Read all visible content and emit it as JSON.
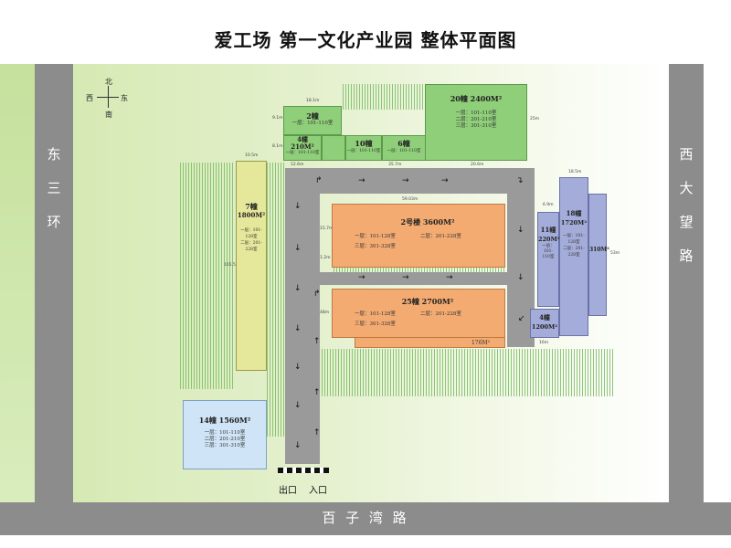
{
  "title": "爱工场 第一文化产业园 整体平面图",
  "roads": {
    "east_third_ring": [
      "东",
      "三",
      "环"
    ],
    "xidawang_road": [
      "西",
      "大",
      "望",
      "路"
    ],
    "baiziwan_road": "百 子 湾 路"
  },
  "compass": {
    "north": "北",
    "south": "南",
    "east": "东",
    "west": "西"
  },
  "gates": {
    "exit": "出口",
    "entrance": "入口"
  },
  "buildings": {
    "b2": {
      "name": "2幢",
      "floors": [
        "一层：101-110室"
      ],
      "dim_w": "18.1m",
      "dim_h": "9.1m"
    },
    "b4a": {
      "name": "4幢",
      "area": "210M²",
      "floors": [
        "一层：101-110室"
      ],
      "dim_h": "8.1m"
    },
    "b10": {
      "name": "10幢",
      "floors": [
        "一层：101-110室"
      ]
    },
    "b6": {
      "name": "6幢",
      "floors": [
        "一层：101-110室"
      ]
    },
    "b20": {
      "name": "20幢 2400M²",
      "floors": [
        "一层：101-110室",
        "二层：201-210室",
        "三层：301-310室"
      ],
      "dim_h": "25m"
    },
    "b7": {
      "name": "7幢",
      "area": "1800M²",
      "floors": [
        "一层：101-128室",
        "二层：201-228室"
      ],
      "dim_w": "10.5m",
      "dim_h": "165.5m"
    },
    "b2lou": {
      "name": "2号楼 3600M²",
      "floors_left": [
        "一层：101-128室",
        "三层：301-328室"
      ],
      "floors_right": [
        "二层：201-228室"
      ],
      "dim_w": "59.03m",
      "dim_h": "15.7m"
    },
    "b25": {
      "name": "25幢 2700M²",
      "floors_left": [
        "一层：101-128室",
        "三层：301-328室"
      ],
      "floors_right": [
        "二层：201-228室"
      ],
      "annex": "176M²",
      "dim_h": "48m"
    },
    "b11": {
      "name": "11幢",
      "area": "220M²",
      "floors": [
        "一层：",
        "101-",
        "110室"
      ],
      "dim_w": "6.9m"
    },
    "b18": {
      "name": "18幢",
      "area": "1720M²",
      "floors": [
        "一层：101-128室",
        "二层：201-228室"
      ],
      "dim_w": "18.5m"
    },
    "b18side": {
      "area": "310M²",
      "dim_h": "53m"
    },
    "b4b": {
      "name": "4幢",
      "area": "1200M²",
      "dim_w": "16m"
    },
    "b14": {
      "name": "14幢 1560M²",
      "floors": [
        "一层：101-110室",
        "二层：201-210室",
        "三层：301-310室"
      ]
    }
  },
  "dims": {
    "road_top_left": "12.6m",
    "road_top_mid": "35.7m",
    "road_top_right": "20.6m",
    "gap": "1.2m"
  }
}
